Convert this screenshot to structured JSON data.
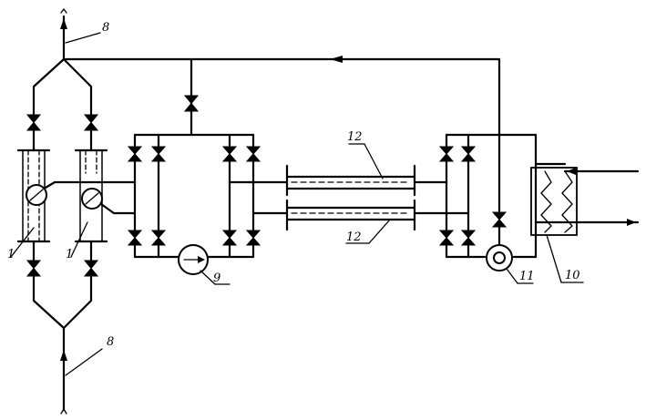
{
  "labels": {
    "out_line": "8",
    "in_line": "8",
    "unit_left": "1",
    "unit_right": "1",
    "pump_9": "9",
    "tube_upper": "12",
    "tube_lower": "12",
    "pump_11": "11",
    "exchanger": "10"
  }
}
